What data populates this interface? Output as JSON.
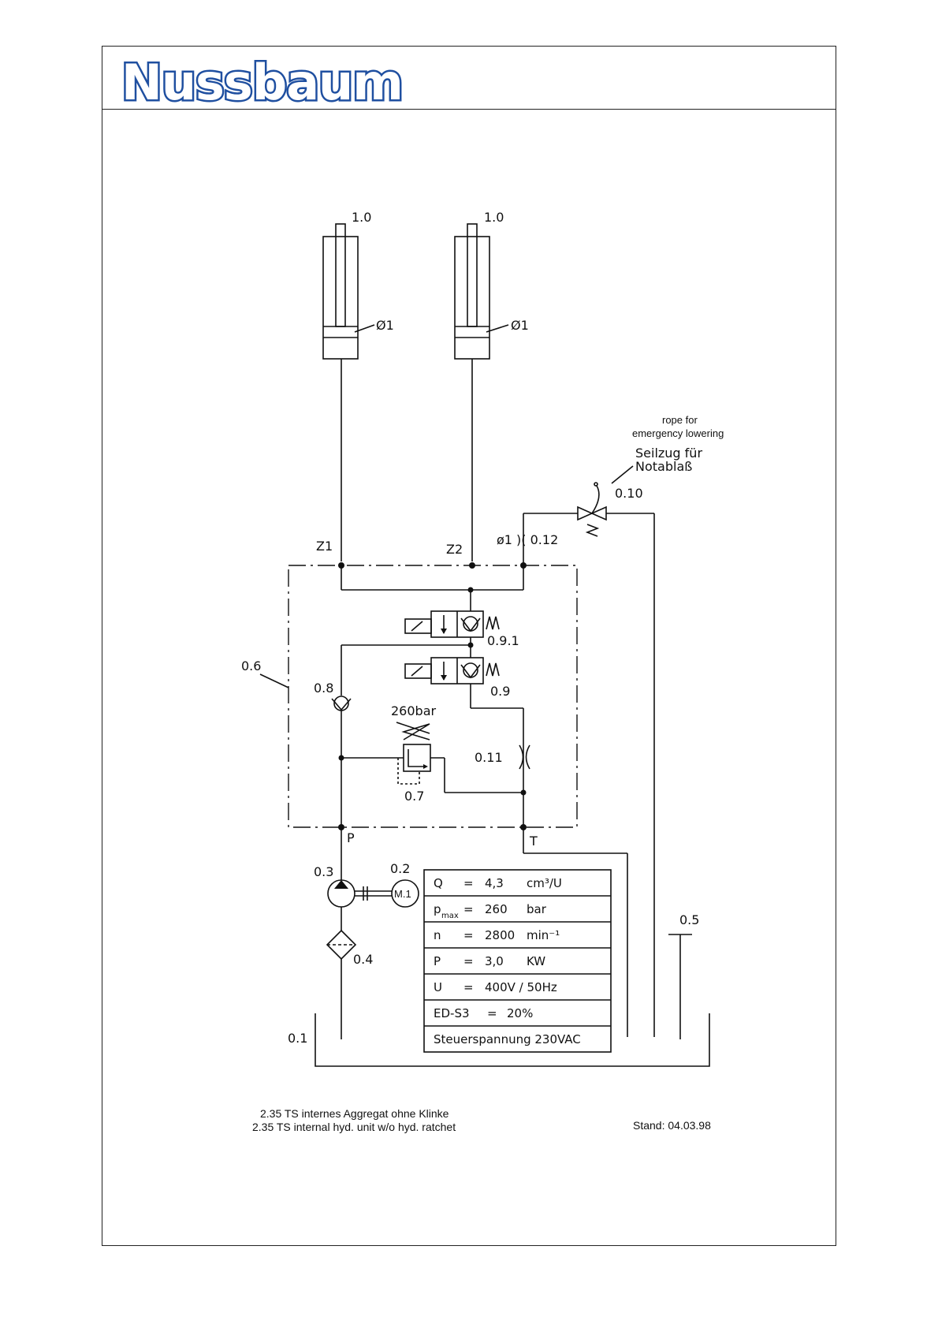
{
  "header": {
    "logo_text": "Nussbaum",
    "brand_color": "#1f4fa0"
  },
  "diagram": {
    "cylinders": [
      {
        "label": "1.0",
        "throttle_label": "Ø1"
      },
      {
        "label": "1.0",
        "throttle_label": "Ø1"
      }
    ],
    "emergency": {
      "english": [
        "rope for",
        "emergency lowering"
      ],
      "german": [
        "Seilzug  für",
        "Notablaß"
      ],
      "valve_label": "0.10",
      "throttle_label": "ø1 )( 0.12"
    },
    "ports": {
      "z1": "Z1",
      "z2": "Z2",
      "p": "P",
      "t": "T"
    },
    "block_label": "0.6",
    "valves": {
      "v091": "0.9.1",
      "v09": "0.9",
      "check": "0.8",
      "relief_setting": "260bar",
      "relief": "0.7",
      "throttle": "0.11"
    },
    "pump": {
      "pump_label": "0.3",
      "motor_label": "0.2",
      "motor_text": "M.1"
    },
    "filter_label": "0.4",
    "tank_label": "0.1",
    "return_label": "0.5"
  },
  "specs_table": {
    "rows": [
      {
        "sym": "Q",
        "sub": "",
        "eq": "=",
        "value": "4,3",
        "unit": "cm³/U"
      },
      {
        "sym": "p",
        "sub": "max",
        "eq": "=",
        "value": "260",
        "unit": "bar"
      },
      {
        "sym": "n",
        "sub": "",
        "eq": "=",
        "value": "2800",
        "unit": "min⁻¹"
      },
      {
        "sym": "P",
        "sub": "",
        "eq": "=",
        "value": "3,0",
        "unit": "KW"
      },
      {
        "sym": "U",
        "sub": "",
        "eq": "=",
        "value": "400V  /  50Hz",
        "unit": ""
      },
      {
        "sym": "ED-S3",
        "sub": "",
        "eq": "=",
        "value": "20%",
        "unit": ""
      },
      {
        "sym": "Steuerspannung  230VAC",
        "sub": "",
        "eq": "",
        "value": "",
        "unit": ""
      }
    ]
  },
  "footer": {
    "caption_de": "2.35 TS internes Aggregat ohne Klinke",
    "caption_en": "2.35 TS internal hyd. unit w/o hyd. ratchet",
    "date": "Stand: 04.03.98"
  }
}
